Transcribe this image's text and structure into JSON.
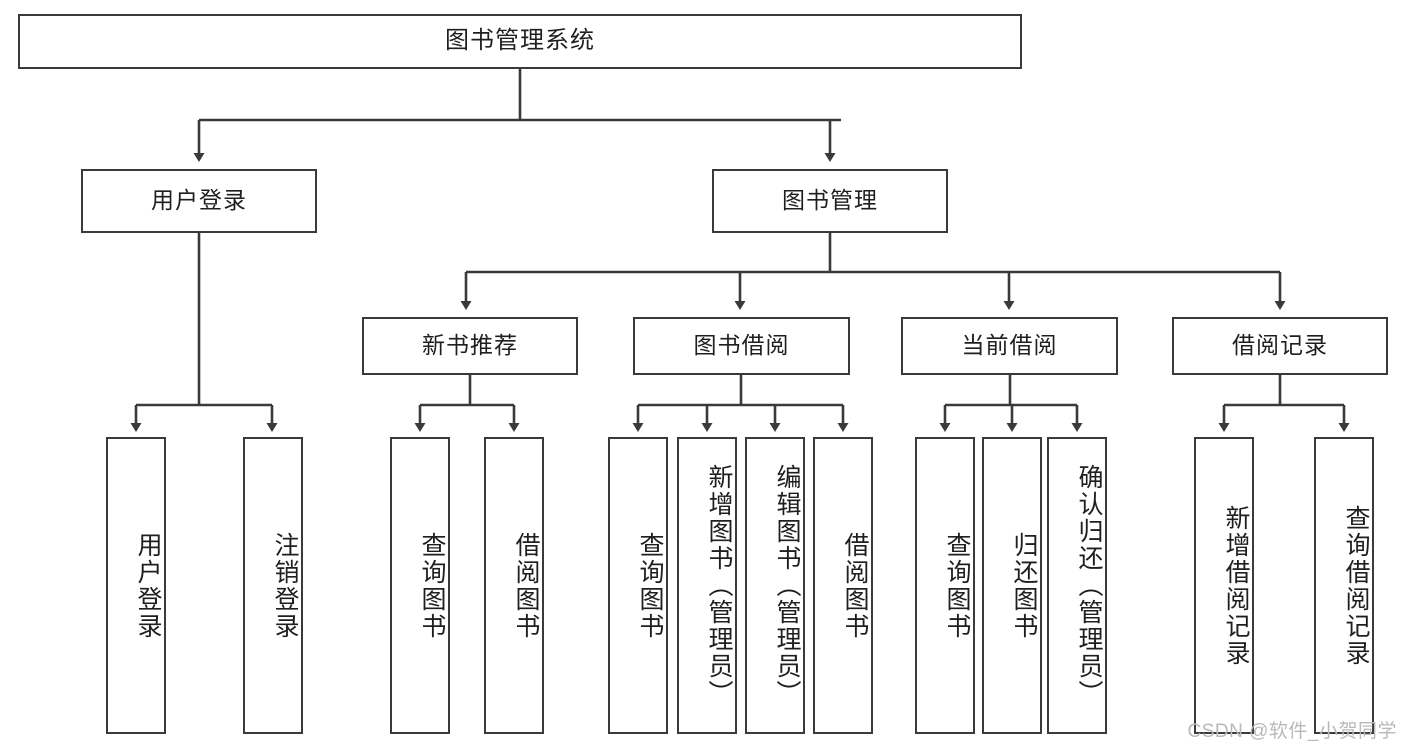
{
  "diagram": {
    "title": "图书管理系统",
    "watermark": "CSDN @软件_小贺同学",
    "colors": {
      "stroke": "#3a3a3a",
      "box_fill": "#ffffff",
      "text": "#1f1f1f",
      "background": "#ffffff",
      "watermark": "#b9b9b9"
    },
    "levels": {
      "root": {
        "label": "图书管理系统"
      },
      "level2": [
        {
          "label": "用户登录"
        },
        {
          "label": "图书管理"
        }
      ],
      "level3": [
        {
          "label": "新书推荐"
        },
        {
          "label": "图书借阅"
        },
        {
          "label": "当前借阅"
        },
        {
          "label": "借阅记录"
        }
      ],
      "leaves": {
        "user_login": [
          {
            "label": "用户登录"
          },
          {
            "label": "注销登录"
          }
        ],
        "new_book": [
          {
            "label": "查询图书"
          },
          {
            "label": "借阅图书"
          }
        ],
        "book_borrow": [
          {
            "label": "查询图书"
          },
          {
            "label": "新增图书（管理员）"
          },
          {
            "label": "编辑图书（管理员）"
          },
          {
            "label": "借阅图书"
          }
        ],
        "current_borrow": [
          {
            "label": "查询图书"
          },
          {
            "label": "归还图书"
          },
          {
            "label": "确认归还（管理员）"
          }
        ],
        "borrow_record": [
          {
            "label": "新增借阅记录"
          },
          {
            "label": "查询借阅记录"
          }
        ]
      }
    }
  }
}
